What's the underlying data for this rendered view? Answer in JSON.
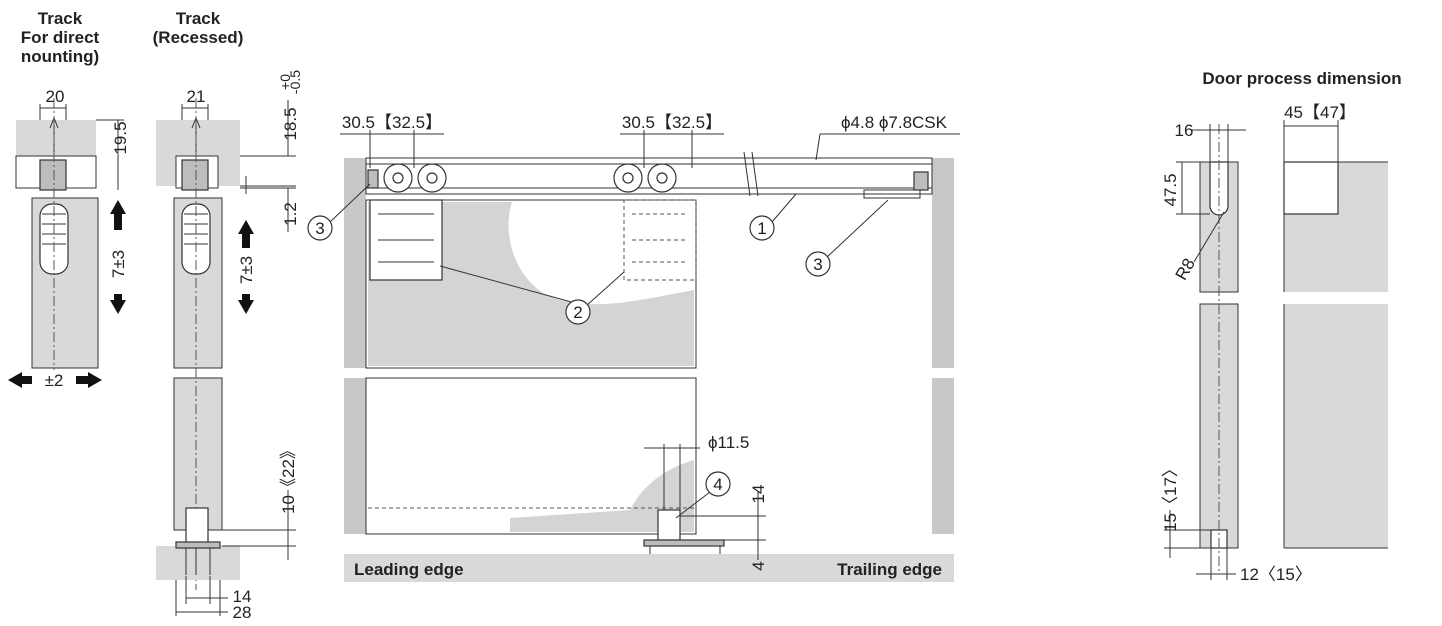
{
  "headings": {
    "track_direct_line1": "Track",
    "track_direct_line2": "For direct",
    "track_direct_line3": "nounting)",
    "track_recessed_line1": "Track",
    "track_recessed_line2": "(Recessed)",
    "door_process": "Door process dimension"
  },
  "dimensions": {
    "d20": "20",
    "d19_5": "19.5",
    "d7pm3_a": "7±3",
    "pm2": "±2",
    "d21": "21",
    "d18_5": "18.5",
    "tol_plus": "+0",
    "tol_minus": "-0.5",
    "d1_2": "1.2",
    "d7pm3_b": "7±3",
    "d10_22": "10《22》",
    "d14_bottom": "14",
    "d28": "28",
    "d30_5_left": "30.5【32.5】",
    "d30_5_right": "30.5【32.5】",
    "hole": "ϕ4.8 ϕ7.8CSK",
    "phi11_5": "ϕ11.5",
    "d14_guide": "14",
    "d4": "4",
    "d16": "16",
    "d45": "45【47】",
    "d47_5": "47.5",
    "r8": "R8",
    "d15_17": "15〈17〉",
    "d12_15": "12〈15〉"
  },
  "callouts": {
    "c1": "1",
    "c2": "2",
    "c3_left": "3",
    "c3_right": "3",
    "c4": "4"
  },
  "edges": {
    "leading": "Leading edge",
    "trailing": "Trailing edge"
  }
}
